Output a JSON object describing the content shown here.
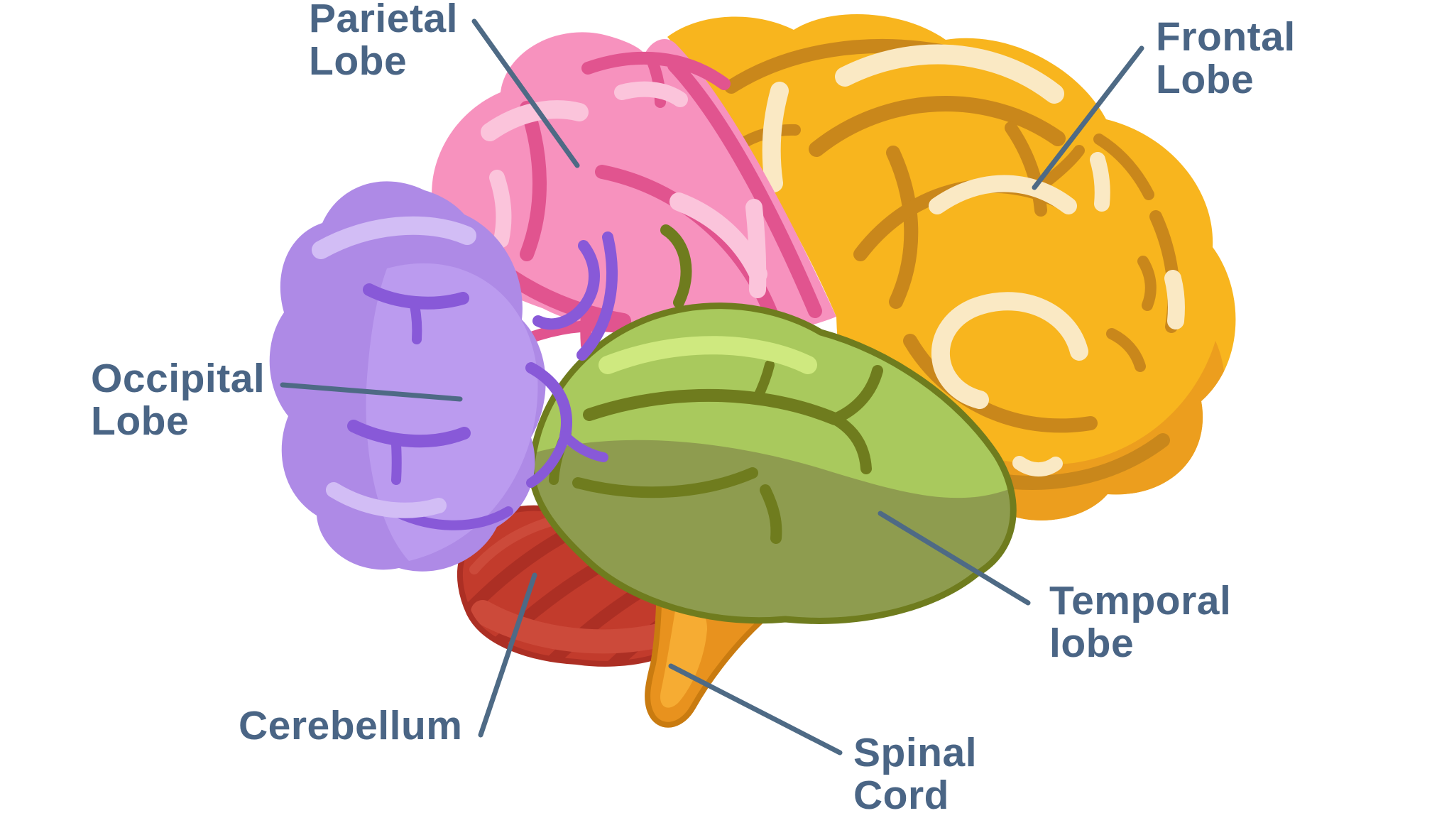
{
  "diagram": {
    "type": "labeled-anatomy-diagram",
    "subject": "Human brain, lateral view",
    "background": "#ffffff",
    "label_color": "#4a6585",
    "leader_color": "#4e6a85"
  },
  "labels": {
    "parietal": {
      "line1": "Parietal",
      "line2": "Lobe"
    },
    "frontal": {
      "line1": "Frontal",
      "line2": "Lobe"
    },
    "occipital": {
      "line1": "Occipital",
      "line2": "Lobe"
    },
    "temporal": {
      "line1": "Temporal",
      "line2": "lobe"
    },
    "cerebellum": {
      "line1": "Cerebellum"
    },
    "spinal": {
      "line1": "Spinal",
      "line2": "Cord"
    }
  },
  "regions": {
    "frontal": {
      "name": "Frontal Lobe",
      "fill": "#F8B51E",
      "shade": "#EC9E1E",
      "sulci": "#C9871B",
      "highlight": "#FAE9C4"
    },
    "parietal": {
      "name": "Parietal Lobe",
      "fill": "#F792BE",
      "sulci": "#E1548F",
      "highlight": "#FBC4DB"
    },
    "occipital": {
      "name": "Occipital Lobe",
      "fill": "#AE8AE6",
      "shade": "#BB9BEF",
      "sulci": "#8859D8",
      "highlight": "#D2BDF5"
    },
    "temporal": {
      "name": "Temporal lobe",
      "fill": "#A9C95D",
      "shade": "#8E9C4F",
      "sulci": "#6F7C1E",
      "highlight": "#CFE97F"
    },
    "cerebellum": {
      "name": "Cerebellum",
      "fill": "#C23B2C",
      "stripe": "#AC2F24",
      "highlight": "#CC4A3A"
    },
    "spinal": {
      "name": "Spinal Cord",
      "fill": "#E8921E",
      "edge": "#C97B10",
      "highlight": "#F6AC33"
    }
  }
}
